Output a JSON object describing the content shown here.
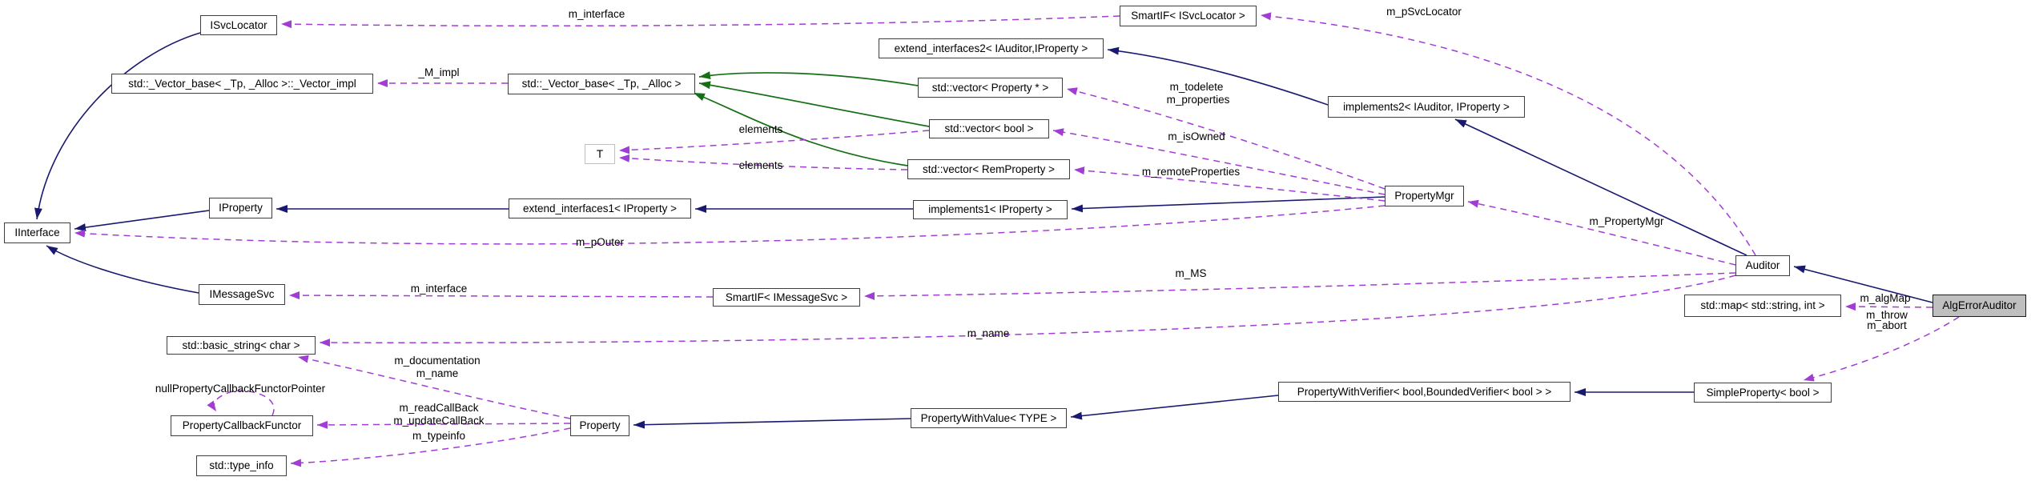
{
  "diagram": {
    "title": "AlgErrorAuditor collaboration diagram",
    "colors": {
      "inheritance_edge": "#191970",
      "usage_edge": "#a13dd4",
      "template_base_edge": "#156f15",
      "active_node_fill": "#bfbfbf",
      "node_fill": "#ffffff",
      "node_border": "#3e3e3e"
    },
    "nodes": {
      "isvclocator": "ISvcLocator",
      "smartif_isvclocator": "SmartIF< ISvcLocator >",
      "extend_interfaces2": "extend_interfaces2< IAuditor,IProperty >",
      "vector_impl": "std::_Vector_base< _Tp, _Alloc >::_Vector_impl",
      "vector_base": "std::_Vector_base< _Tp, _Alloc >",
      "vector_property": "std::vector< Property * >",
      "vector_bool": "std::vector< bool >",
      "t": "T",
      "vector_remproperty": "std::vector< RemProperty >",
      "implements2": "implements2< IAuditor, IProperty >",
      "iproperty": "IProperty",
      "extend_interfaces1": "extend_interfaces1< IProperty >",
      "implements1": "implements1< IProperty >",
      "propertymgr": "PropertyMgr",
      "iinterface": "IInterface",
      "imessagesvc": "IMessageSvc",
      "smartif_imessagesvc": "SmartIF< IMessageSvc >",
      "auditor": "Auditor",
      "std_map": "std::map< std::string, int >",
      "algerrorauditor": "AlgErrorAuditor",
      "basic_string": "std::basic_string< char >",
      "propertycallbackfunctor": "PropertyCallbackFunctor",
      "type_info": "std::type_info",
      "property": "Property",
      "propertywithvalue": "PropertyWithValue< TYPE >",
      "propertywithverifier": "PropertyWithVerifier< bool,BoundedVerifier< bool > >",
      "simpleproperty": "SimpleProperty< bool >"
    },
    "edge_labels": {
      "m_interface_top": "m_interface",
      "m_psvclocator": "m_pSvcLocator",
      "m_impl": "_M_impl",
      "m_todelete": "m_todelete",
      "m_properties": "m_properties",
      "elements_bool": "elements",
      "elements_rem": "elements",
      "m_isowned": "m_isOwned",
      "m_remoteproperties": "m_remoteProperties",
      "m_pouter": "m_pOuter",
      "m_propertymgr": "m_PropertyMgr",
      "m_ms": "m_MS",
      "m_interface_mid": "m_interface",
      "m_name_auditor": "m_name",
      "m_documentation": "m_documentation",
      "m_name_property": "m_name",
      "null_functor": "nullPropertyCallbackFunctorPointer",
      "m_readcallback": "m_readCallBack",
      "m_updatecallback": "m_updateCallBack",
      "m_typeinfo": "m_typeinfo",
      "m_algmap": "m_algMap",
      "m_throw": "m_throw",
      "m_abort": "m_abort"
    }
  }
}
